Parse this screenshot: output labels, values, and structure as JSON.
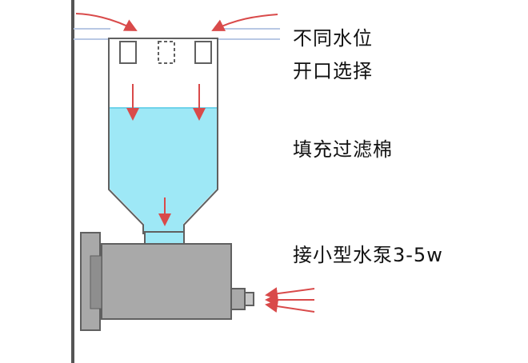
{
  "labels": {
    "water_level_line1": "不同水位",
    "water_level_line2": "开口选择",
    "filter_cotton": "填充过滤棉",
    "pump": "接小型水泵3-5w"
  },
  "colors": {
    "water": "#9ee8f6",
    "water_surface": "#6fd3ea",
    "outline": "#606060",
    "arrow": "#d94a4a",
    "pump_body": "#a9a9a9",
    "pump_dark": "#8e8e8e",
    "wall": "#555555",
    "outside_water_line": "#b8c8e4"
  },
  "icons": {
    "flow_arrow": "red-arrow-icon",
    "pump": "water-pump-icon"
  }
}
